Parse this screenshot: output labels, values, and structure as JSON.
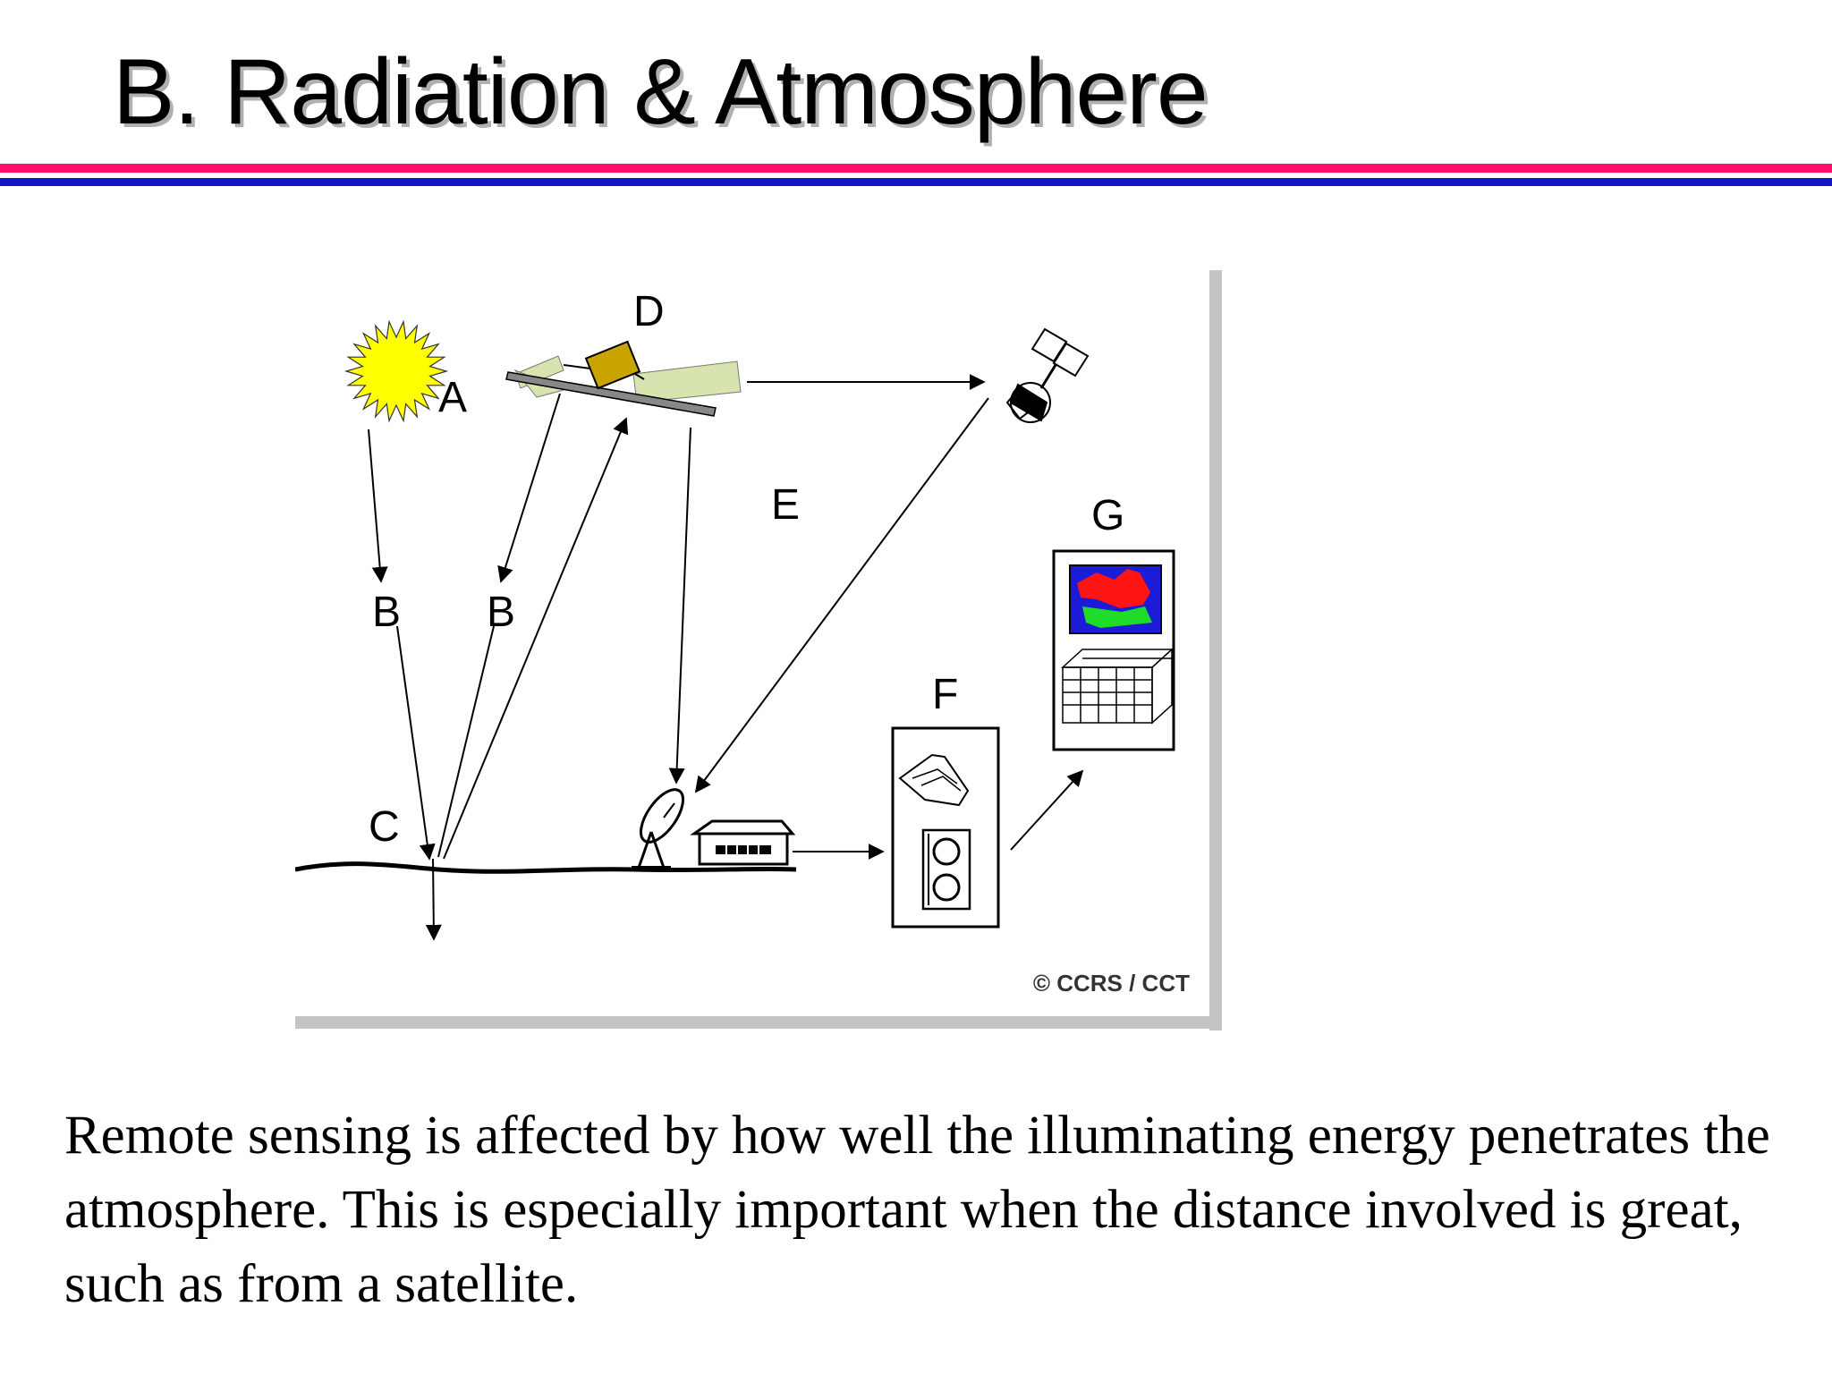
{
  "slide": {
    "title": "B. Radiation & Atmosphere",
    "rule_colors": {
      "top": "#ff0e6e",
      "bottom": "#1414c8"
    },
    "caption": "Remote sensing is affected by how well the illuminating energy penetrates the atmosphere.  This is especially important when the distance involved is great, such as from a satellite."
  },
  "diagram": {
    "labels": {
      "a": "A",
      "b1": "B",
      "b2": "B",
      "c": "C",
      "d": "D",
      "e": "E",
      "f": "F",
      "g": "G"
    },
    "copyright": "© CCRS / CCT",
    "colors": {
      "sun": "#ffff00",
      "solar_panel": "#d8e4b0",
      "map_blue": "#1c1cd8",
      "map_red": "#ff1414",
      "map_green": "#1edc28"
    }
  }
}
